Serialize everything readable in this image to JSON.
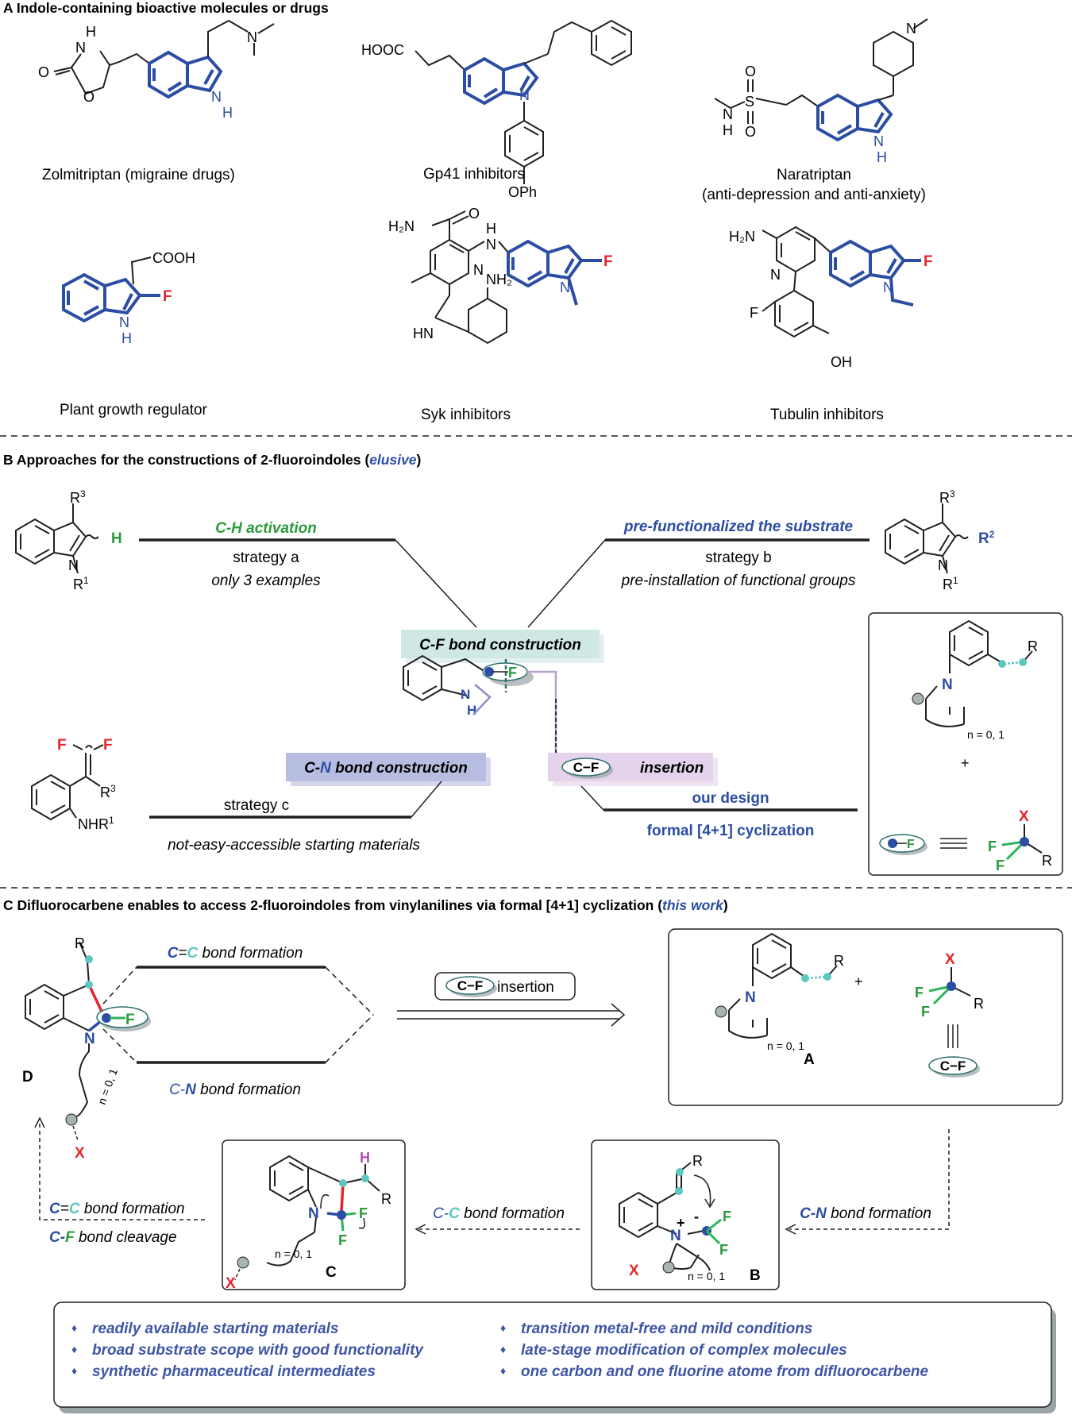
{
  "sectionA": {
    "title": "A Indole-containing bioactive molecules or drugs",
    "zolmitriptan": "Zolmitriptan (migraine drugs)",
    "gp41": "Gp41 inhibitors",
    "naratriptan": "Naratriptan",
    "naratriptan_sub": "(anti-depression and anti-anxiety)",
    "plant": "Plant growth regulator",
    "syk": "Syk inhibitors",
    "tubulin": "Tubulin inhibitors",
    "atoms": {
      "O": "O",
      "N": "N",
      "H": "H",
      "F": "F",
      "HN": "HN",
      "NH": "NH",
      "HOOC": "HOOC",
      "COOH": "COOH",
      "OPh": "OPh",
      "OH": "OH",
      "S": "S",
      "H2N": "H₂N",
      "NH2": "NH₂"
    }
  },
  "sectionB": {
    "title_prefix": "B Approaches for the constructions of 2-fluoroindoles (",
    "title_emph": "elusive",
    "title_suffix": ")",
    "ch_activation": "C-H activation",
    "strategy_a": "strategy a",
    "only3": "only 3 examples",
    "prefunc": "pre-functionalized the substrate",
    "strategy_b": "strategy b",
    "preinstall": "pre-installation of functional groups",
    "cf_construction": "C-F bond construction",
    "cn_construction_c": "C-",
    "cn_construction_n": "N",
    "cn_construction_rest": " bond construction",
    "cf_badge": "C−F",
    "insertion": "insertion",
    "strategy_c": "strategy c",
    "not_easy": "not-easy-accessible starting materials",
    "our_design": "our design",
    "formal": "formal [4+1] cyclization",
    "n01": "n = 0, 1",
    "plus": "+",
    "atoms": {
      "R": "R",
      "R1": "R",
      "R2": "R",
      "R3": "R",
      "X": "X",
      "F": "F",
      "H": "H",
      "N": "N",
      "NHR": "NHR",
      "sup1": "1",
      "sup2": "2",
      "sup3": "3"
    }
  },
  "sectionC": {
    "title_prefix": "C Difluorocarbene enables to access 2-fluoroindoles from vinylanilines via formal [4+1] cyclization (",
    "title_emph": "this work",
    "title_suffix": ")",
    "cc_formation_1": "C",
    "cc_formation_eq": "=",
    "cc_formation_2": "C",
    "cc_formation_rest": " bond formation",
    "cn_formation_1": "C-",
    "cn_formation_2": "N",
    "cn_formation_rest": " bond formation",
    "cf_insertion": "insertion",
    "cf_badge": "C−F",
    "label_A": "A",
    "label_B": "B",
    "label_C": "C",
    "label_D": "D",
    "n01": "n = 0, 1",
    "cc_single_1": "C-",
    "cc_single_2": "C",
    "cf_cleavage_1": "C-",
    "cf_cleavage_2": "F",
    "bond_cleavage": " bond cleavage",
    "atoms": {
      "R": "R",
      "X": "X",
      "F": "F",
      "N": "N",
      "H": "H",
      "plus": "+",
      "minus": "-",
      "plus_sign": "+"
    }
  },
  "features": {
    "items": [
      "readily available starting materials",
      "broad substrate scope with good functionality",
      "synthetic pharmaceutical intermediates",
      "transition metal-free and mild conditions",
      "late-stage modification of complex molecules",
      "one carbon and one fluorine atome from difluorocarbene"
    ],
    "bullet": "♦"
  },
  "colors": {
    "blue": "#2b4da3",
    "green": "#2a9b3c",
    "red": "#e4262c",
    "teal": "#5ec7c0",
    "purple": "#b04dbb",
    "tealbox": "#cfe8e6",
    "bluebox": "#b7bde0",
    "purplebox": "#e4d3ea",
    "dark": "#231f20"
  }
}
